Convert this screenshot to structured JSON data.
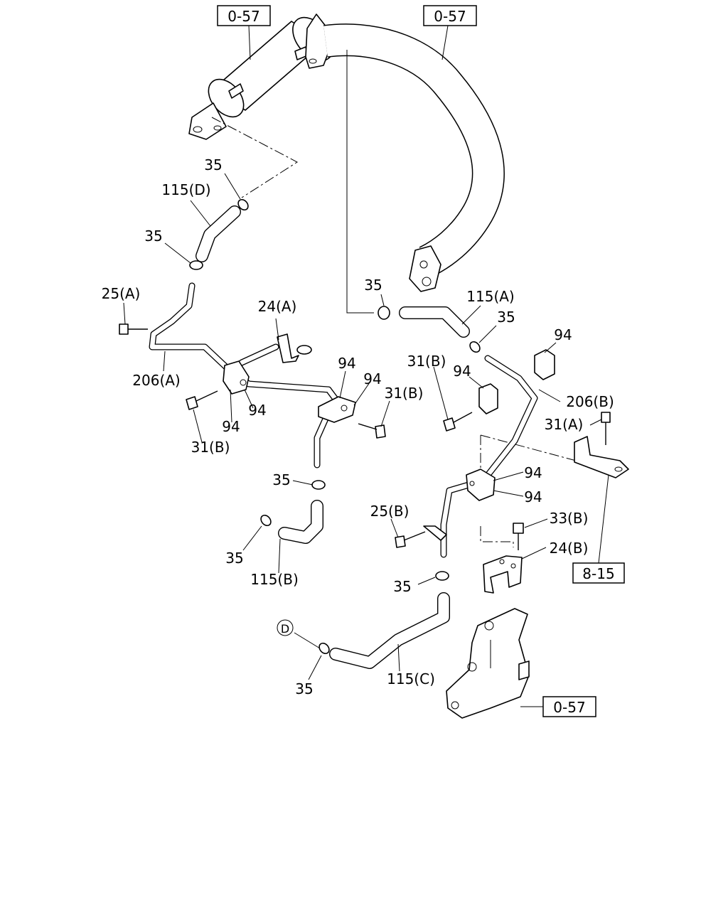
{
  "diagram": {
    "refs": {
      "ref_top_left": "0-57",
      "ref_top_right": "0-57",
      "ref_right": "8-15",
      "ref_bottom": "0-57"
    },
    "callouts": {
      "c35_top": "35",
      "c115d": "115(D)",
      "c35_b": "35",
      "c25a": "25(A)",
      "c24a": "24(A)",
      "c206a": "206(A)",
      "c94_l1": "94",
      "c94_l2": "94",
      "c31b_l": "31(B)",
      "c94_m1": "94",
      "c94_m2": "94",
      "c31b_m": "31(B)",
      "c35_mid": "35",
      "c35_center": "35",
      "c115a": "115(A)",
      "c35_r": "35",
      "c94_r1": "94",
      "c31b_r": "31(B)",
      "c94_r2": "94",
      "c206b": "206(B)",
      "c31a": "31(A)",
      "c94_r3": "94",
      "c94_r4": "94",
      "c25b": "25(B)",
      "c33b": "33(B)",
      "c24b": "24(B)",
      "c35_l3": "35",
      "c115b": "115(B)",
      "c35_bot": "35",
      "c35_bot2": "35",
      "c115c": "115(C)",
      "marker_d": "D"
    }
  }
}
